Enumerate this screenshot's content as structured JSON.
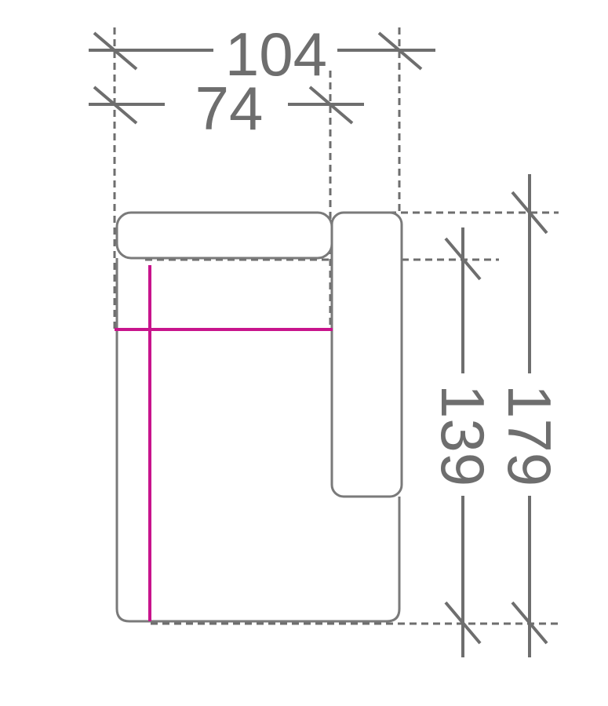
{
  "dimensions": {
    "overall_width": "104",
    "seat_width": "74",
    "seat_depth": "139",
    "overall_depth": "179"
  },
  "colors": {
    "dimension_line": "#6e6e6e",
    "outline": "#7a7a7a",
    "seat_marker": "#c8148c"
  }
}
